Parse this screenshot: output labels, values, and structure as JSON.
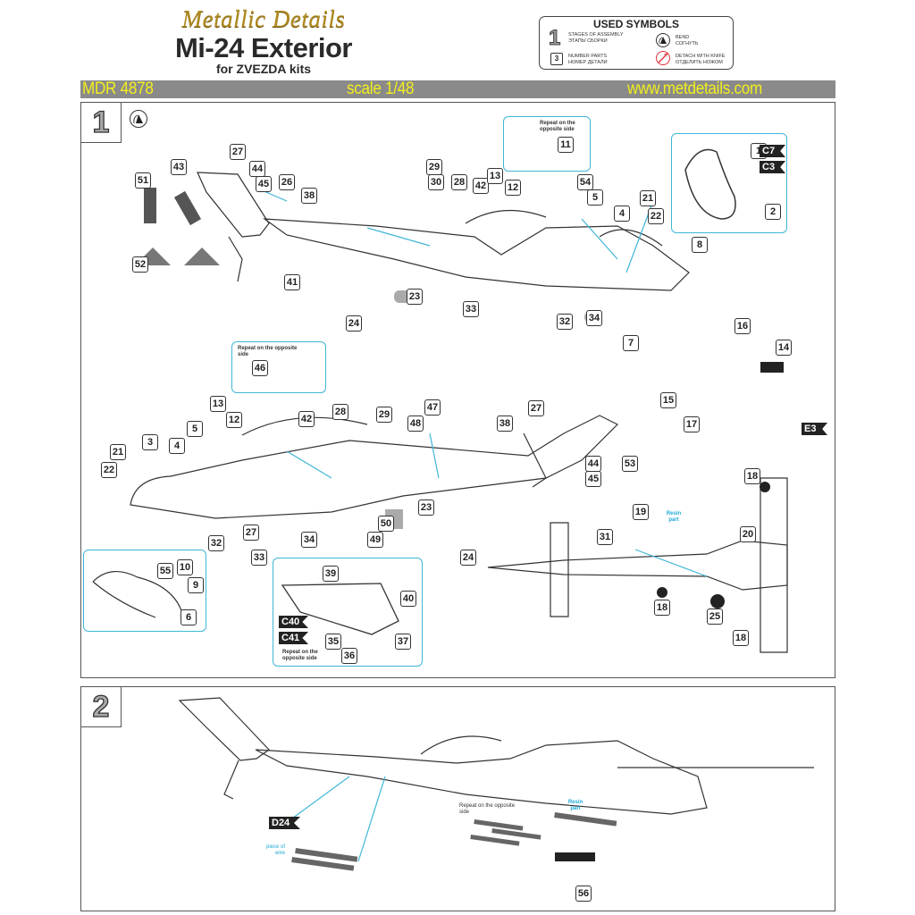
{
  "header": {
    "brand": "Metallic Details",
    "title": "Mi-24 Exterior",
    "subtitle": "for ZVEZDA kits"
  },
  "used_symbols": {
    "heading": "USED SYMBOLS",
    "items": [
      {
        "icon": "step-number-icon",
        "glyph": "1",
        "en": "STAGES OF ASSEMBLY",
        "ru": "ЭТАПЫ СБОРКИ"
      },
      {
        "icon": "part-number-icon",
        "glyph": "3",
        "en": "NUMBER PARTS",
        "ru": "НОМЕР ДЕТАЛИ"
      },
      {
        "icon": "bend-icon",
        "en": "BEND",
        "ru": "СОГНУТЬ"
      },
      {
        "icon": "knife-detach-icon",
        "en": "DETACH WITH KNIFE",
        "ru": "ОТДЕЛИТЬ НОЖОМ"
      }
    ]
  },
  "band": {
    "code": "MDR 4878",
    "scale": "scale 1/48",
    "website": "www.metdetails.com",
    "bg_color": "#8a8a8a",
    "text_color": "#f2ee1e"
  },
  "colors": {
    "accent_cyan": "#3fb6d6",
    "warning_red": "#e0303a",
    "outline": "#333333"
  },
  "step1": {
    "number": "1",
    "symbol": "bend-icon",
    "tags_top_view": [
      "51",
      "43",
      "27",
      "44",
      "45",
      "26",
      "38",
      "52",
      "41",
      "30",
      "29",
      "28",
      "42",
      "13",
      "12",
      "54",
      "5",
      "4",
      "21",
      "22",
      "33",
      "32",
      "34",
      "7",
      "23",
      "24",
      "8"
    ],
    "inset_top": {
      "note": "Repeat on the opposite side",
      "parts": [
        "11"
      ]
    },
    "inset_canopy": {
      "parts": [
        "1",
        "2"
      ],
      "flags": [
        "C7",
        "C3"
      ]
    },
    "inset_engine": {
      "parts": [
        "16",
        "14",
        "15",
        "17"
      ],
      "flags": [
        "E3"
      ]
    },
    "tags_side_view": [
      "21",
      "22",
      "3",
      "4",
      "5",
      "13",
      "12",
      "42",
      "28",
      "29",
      "47",
      "48",
      "38",
      "27",
      "44",
      "45",
      "53",
      "32",
      "27",
      "33",
      "34",
      "50",
      "49",
      "23",
      "24"
    ],
    "inset_exhaust": {
      "note": "Repeat on the opposite side",
      "parts": [
        "46"
      ]
    },
    "inset_nose": {
      "parts": [
        "55",
        "10",
        "9",
        "6"
      ]
    },
    "inset_wing": {
      "note": "Repeat on the opposite side",
      "parts": [
        "39",
        "40",
        "37",
        "35",
        "36"
      ],
      "flags": [
        "C40",
        "C41"
      ]
    },
    "tags_bottom_view": [
      "19",
      "31",
      "20",
      "18",
      "18",
      "25",
      "18"
    ],
    "resin_label": "Resin part"
  },
  "step2": {
    "number": "2",
    "flag": "D24",
    "wire_label": "piece of wire",
    "note": "Repeat on the opposite side",
    "resin_label": "Resin part",
    "parts": [
      "56"
    ]
  }
}
